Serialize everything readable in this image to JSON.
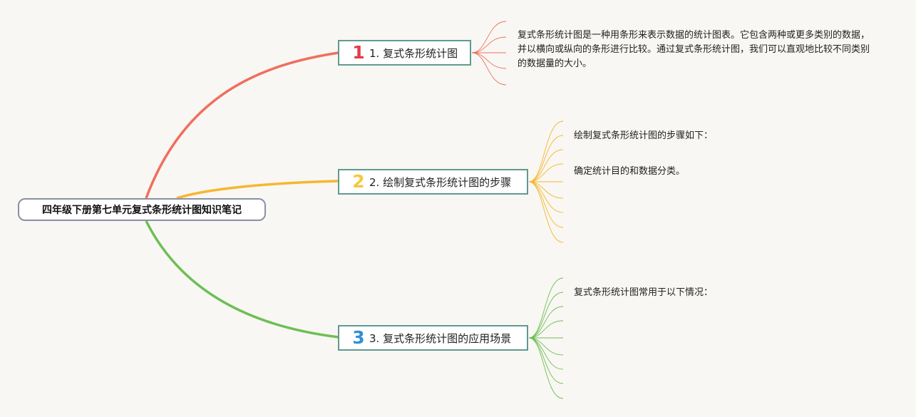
{
  "root": {
    "title": "四年级下册第七单元复式条形统计图知识笔记"
  },
  "branches": [
    {
      "number": "1",
      "label": "1. 复式条形统计图",
      "color": "#ef6f5e",
      "notes": [
        "复式条形统计图是一种用条形来表示数据的统计图表。它包含两种或更多类别的数据，并以横向或纵向的条形进行比较。通过复式条形统计图，我们可以直观地比较不同类别的数据量的大小。"
      ]
    },
    {
      "number": "2",
      "label": "2. 绘制复式条形统计图的步骤",
      "color": "#f5b731",
      "notes": [
        "绘制复式条形统计图的步骤如下：",
        "确定统计目的和数据分类。"
      ]
    },
    {
      "number": "3",
      "label": "3. 复式条形统计图的应用场景",
      "color": "#6cbf55",
      "notes": [
        "复式条形统计图常用于以下情况："
      ]
    }
  ]
}
